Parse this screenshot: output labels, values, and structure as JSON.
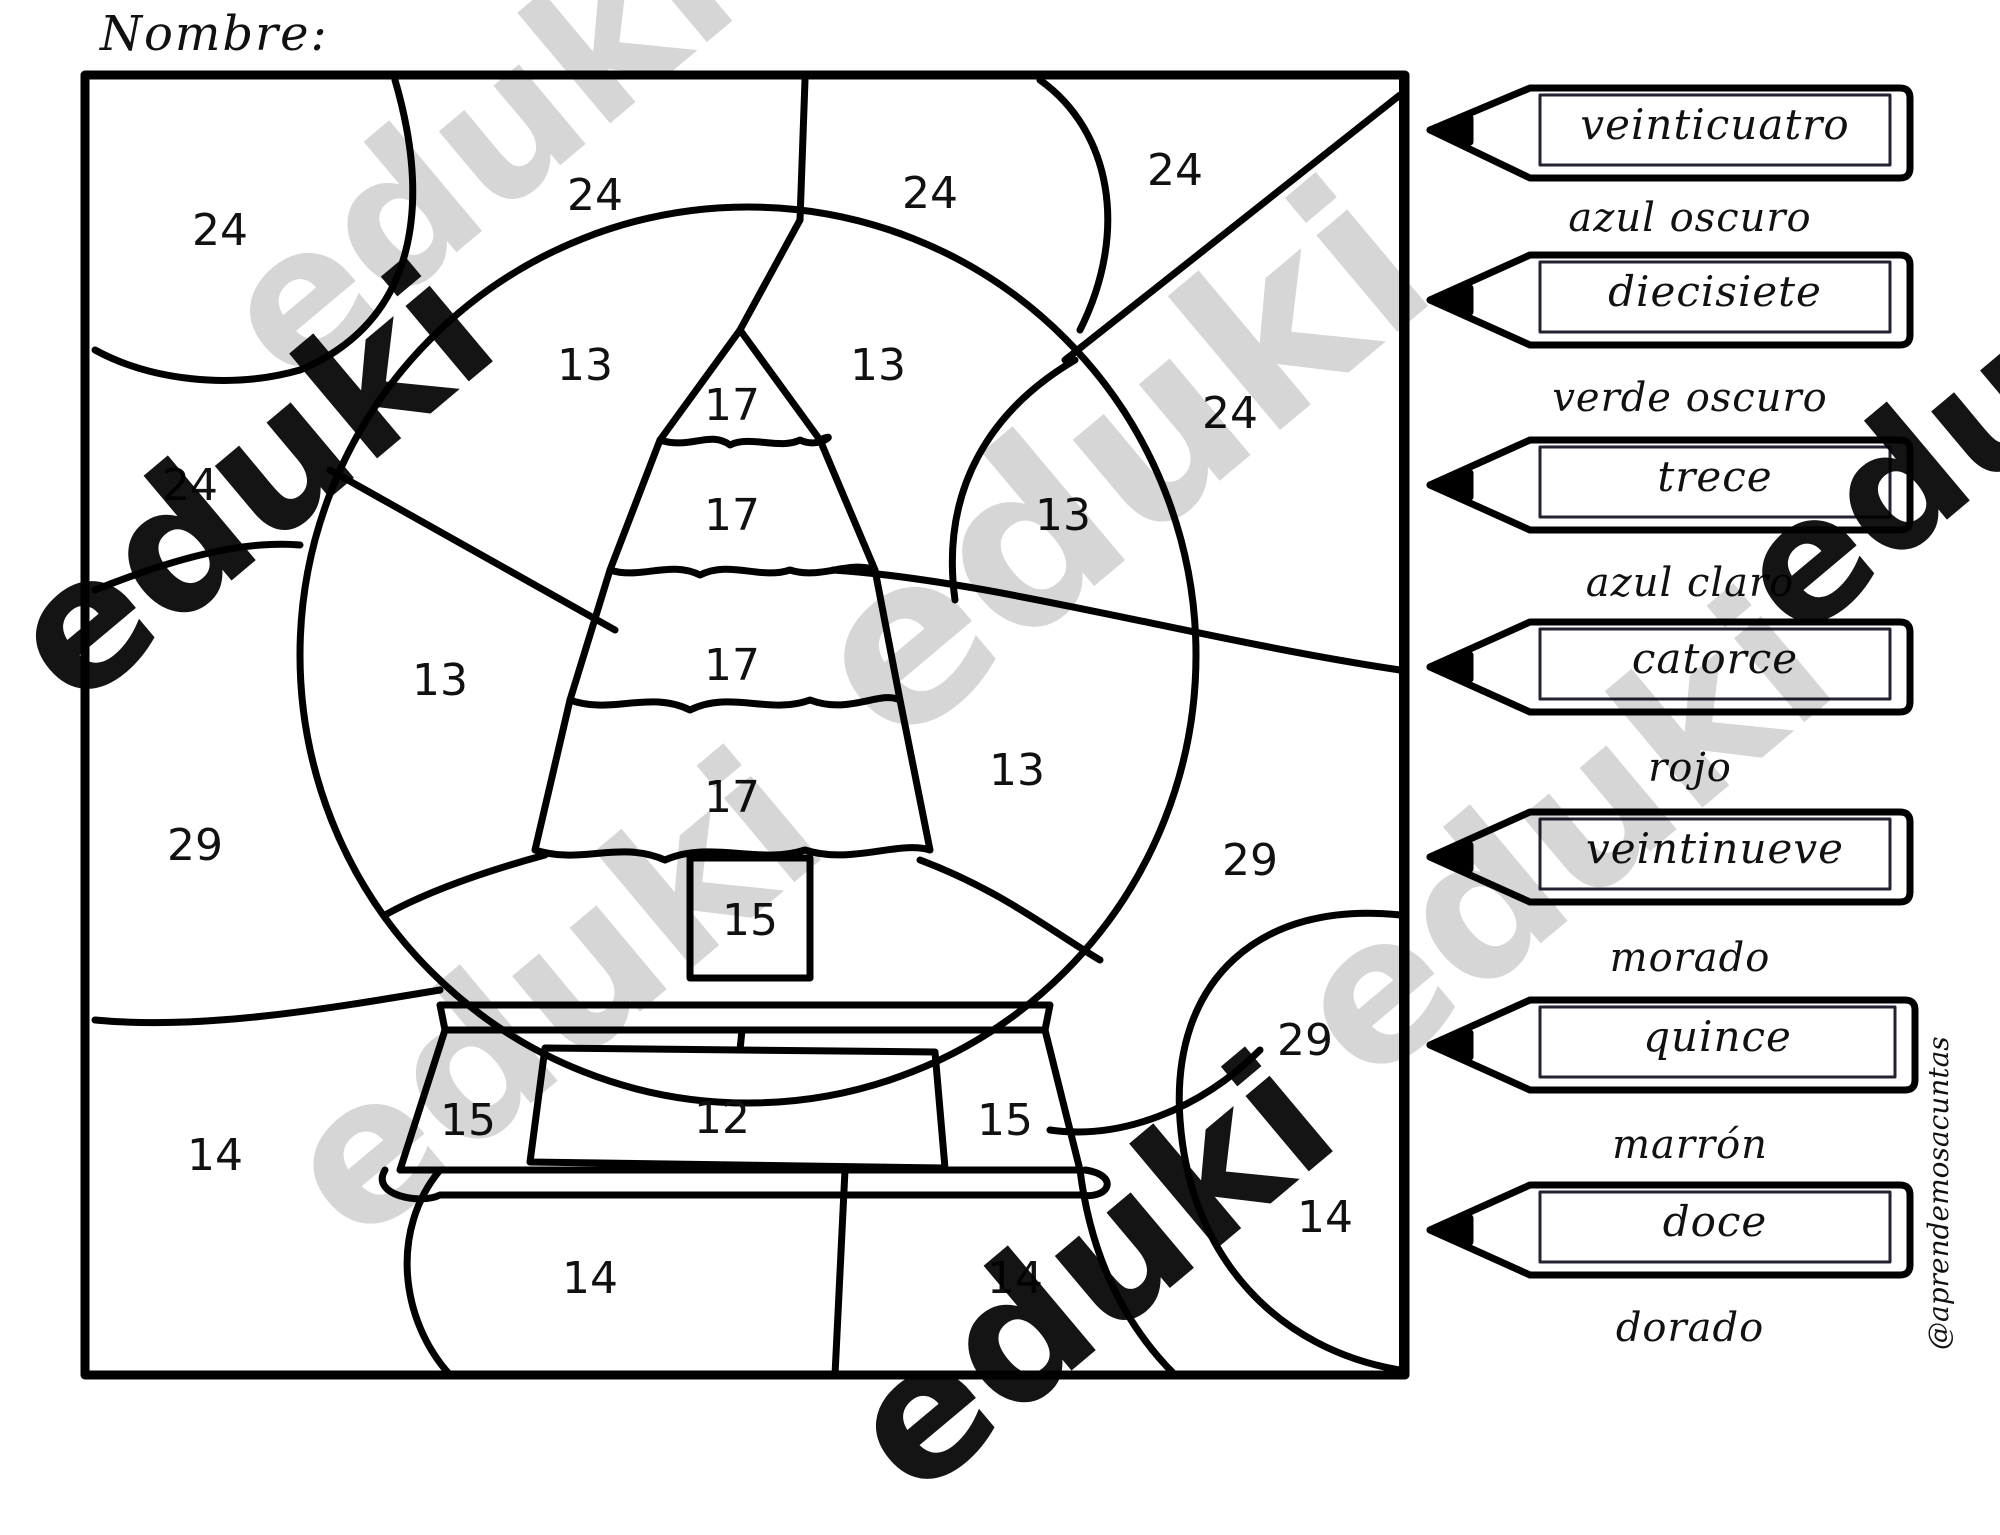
{
  "worksheet": {
    "name_label": "Nombre:",
    "region_numbers": {
      "r1": "24",
      "r2": "24",
      "r3": "24",
      "r4": "24",
      "r5": "24",
      "r6": "24",
      "r7": "13",
      "r8": "13",
      "r9": "13",
      "r10": "13",
      "r11": "13",
      "r12": "17",
      "r13": "17",
      "r14": "17",
      "r15": "17",
      "r16": "15",
      "r17": "29",
      "r18": "29",
      "r19": "29",
      "r20": "15",
      "r21": "12",
      "r22": "15",
      "r23": "14",
      "r24": "14",
      "r25": "14",
      "r26": "14"
    },
    "legend": [
      {
        "number_word": "veinticuatro",
        "color": "azul oscuro"
      },
      {
        "number_word": "diecisiete",
        "color": "verde oscuro"
      },
      {
        "number_word": "trece",
        "color": "azul claro"
      },
      {
        "number_word": "catorce",
        "color": "rojo"
      },
      {
        "number_word": "veintinueve",
        "color": "morado"
      },
      {
        "number_word": "quince",
        "color": "marrón"
      },
      {
        "number_word": "doce",
        "color": "dorado"
      }
    ],
    "credit": "@aprendemosacuntas"
  },
  "watermark": {
    "text": "eduki"
  }
}
